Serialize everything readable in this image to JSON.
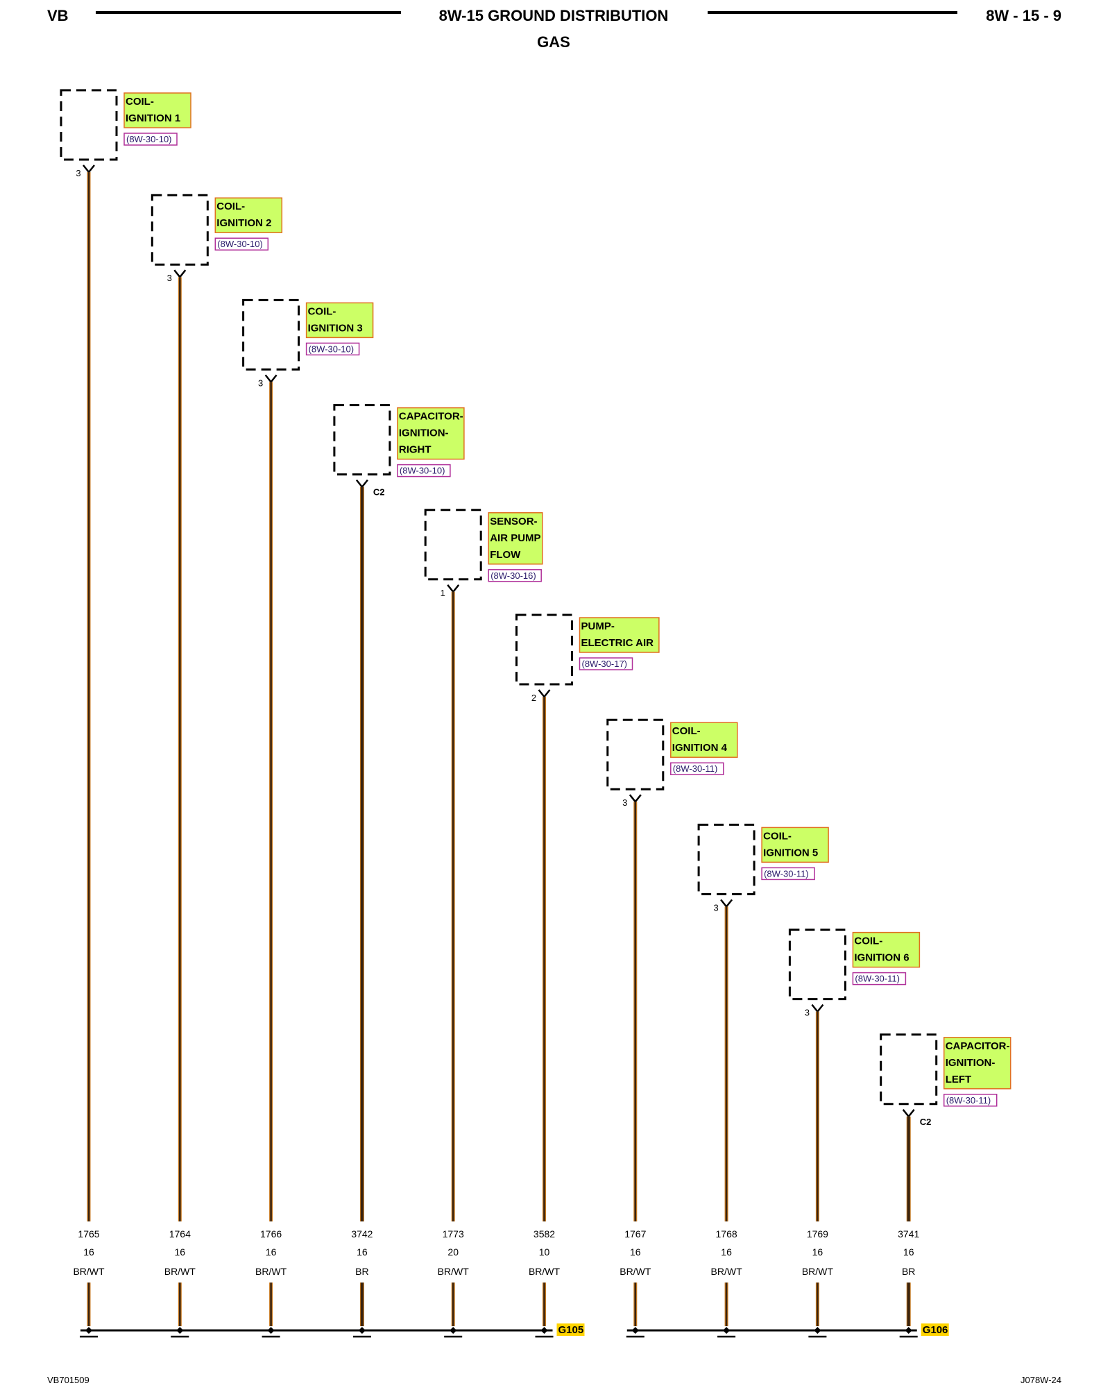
{
  "header": {
    "left": "VB",
    "title": "8W-15 GROUND DISTRIBUTION",
    "subtitle": "GAS",
    "right": "8W - 15 - 9"
  },
  "components": [
    {
      "name_lines": [
        "COIL-",
        "IGNITION 1"
      ],
      "ref": "(8W-30-10)",
      "pin": "3",
      "wire": "1765",
      "gauge": "16",
      "color": "BR/WT"
    },
    {
      "name_lines": [
        "COIL-",
        "IGNITION 2"
      ],
      "ref": "(8W-30-10)",
      "pin": "3",
      "wire": "1764",
      "gauge": "16",
      "color": "BR/WT"
    },
    {
      "name_lines": [
        "COIL-",
        "IGNITION 3"
      ],
      "ref": "(8W-30-10)",
      "pin": "3",
      "wire": "1766",
      "gauge": "16",
      "color": "BR/WT"
    },
    {
      "name_lines": [
        "CAPACITOR-",
        "IGNITION-",
        "RIGHT"
      ],
      "ref": "(8W-30-10)",
      "pin": "C2",
      "wire": "3742",
      "gauge": "16",
      "color": "BR"
    },
    {
      "name_lines": [
        "SENSOR-",
        "AIR PUMP",
        "FLOW"
      ],
      "ref": "(8W-30-16)",
      "pin": "1",
      "wire": "1773",
      "gauge": "20",
      "color": "BR/WT"
    },
    {
      "name_lines": [
        "PUMP-",
        "ELECTRIC AIR"
      ],
      "ref": "(8W-30-17)",
      "pin": "2",
      "wire": "3582",
      "gauge": "10",
      "color": "BR/WT"
    },
    {
      "name_lines": [
        "COIL-",
        "IGNITION 4"
      ],
      "ref": "(8W-30-11)",
      "pin": "3",
      "wire": "1767",
      "gauge": "16",
      "color": "BR/WT"
    },
    {
      "name_lines": [
        "COIL-",
        "IGNITION 5"
      ],
      "ref": "(8W-30-11)",
      "pin": "3",
      "wire": "1768",
      "gauge": "16",
      "color": "BR/WT"
    },
    {
      "name_lines": [
        "COIL-",
        "IGNITION 6"
      ],
      "ref": "(8W-30-11)",
      "pin": "3",
      "wire": "1769",
      "gauge": "16",
      "color": "BR/WT"
    },
    {
      "name_lines": [
        "CAPACITOR-",
        "IGNITION-",
        "LEFT"
      ],
      "ref": "(8W-30-11)",
      "pin": "C2",
      "wire": "3741",
      "gauge": "16",
      "color": "BR"
    }
  ],
  "grounds": [
    {
      "label": "G105",
      "members": [
        0,
        1,
        2,
        3,
        4,
        5
      ]
    },
    {
      "label": "G106",
      "members": [
        6,
        7,
        8,
        9
      ]
    }
  ],
  "footer": {
    "left": "VB701509",
    "right": "J078W-24"
  },
  "colors": {
    "label_fill": "#ccff66",
    "label_border": "#e07020",
    "ref_border": "#b0309a",
    "wire_core": "#3a2410",
    "wire_edge": "#c87a20",
    "ground_label_fill": "#ffd400"
  }
}
